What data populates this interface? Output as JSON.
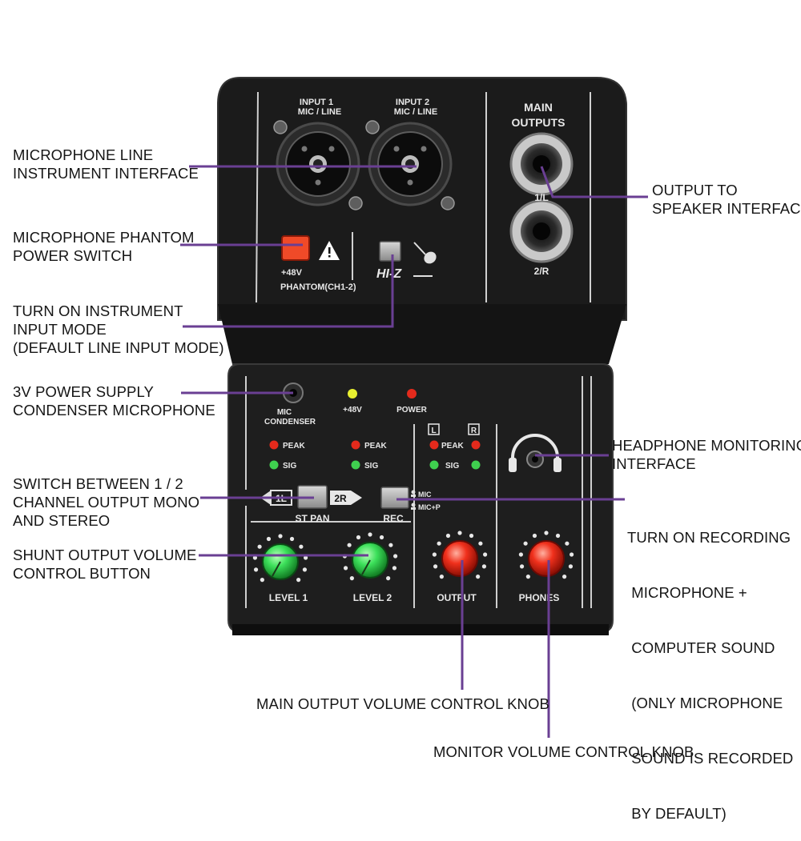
{
  "device": {
    "input1": [
      "INPUT 1",
      "MIC / LINE"
    ],
    "input2": [
      "INPUT 2",
      "MIC / LINE"
    ],
    "main_outputs": [
      "MAIN",
      "OUTPUTS"
    ],
    "out_l": "1/L",
    "out_r": "2/R",
    "phantom_v": "+48V",
    "phantom_label": "PHANTOM(CH1-2)",
    "hiz": "HI-Z",
    "mic_condenser": [
      "MIC",
      "CONDENSER"
    ],
    "led_48v": "+48V",
    "led_power": "POWER",
    "peak": "PEAK",
    "sig": "SIG",
    "ch_l": "L",
    "ch_r": "R",
    "st_l": "1L",
    "st_r": "2R",
    "st_pan": "ST PAN",
    "rec": "REC",
    "rec_mic": "MIC",
    "rec_micp": "MIC+P",
    "level1": "LEVEL 1",
    "level2": "LEVEL 2",
    "output": "OUTPUT",
    "phones": "PHONES"
  },
  "callouts": {
    "mic_line": [
      "MICROPHONE LINE",
      "INSTRUMENT INTERFACE"
    ],
    "phantom": [
      "MICROPHONE PHANTOM",
      "POWER SWITCH"
    ],
    "instrument": [
      "TURN ON INSTRUMENT",
      "INPUT MODE",
      "(DEFAULT LINE INPUT MODE)"
    ],
    "power3v": [
      "3V POWER SUPPLY",
      "CONDENSER MICROPHONE"
    ],
    "switch": [
      "SWITCH BETWEEN 1 / 2",
      "CHANNEL OUTPUT MONO",
      "AND STEREO"
    ],
    "shunt": [
      "SHUNT OUTPUT VOLUME",
      "CONTROL BUTTON"
    ],
    "output_speaker": [
      "OUTPUT TO",
      "SPEAKER INTERFACE"
    ],
    "headphone": [
      "HEADPHONE MONITORING",
      "INTERFACE"
    ],
    "recording": [
      "TURN ON RECORDING",
      " MICROPHONE +",
      " COMPUTER SOUND",
      " (ONLY MICROPHONE",
      " SOUND IS RECORDED",
      " BY DEFAULT)"
    ],
    "main_knob": [
      "MAIN OUTPUT VOLUME CONTROL KNOB"
    ],
    "monitor_knob": [
      "MONITOR VOLUME CONTROL KNOB"
    ]
  },
  "colors": {
    "leader": "#6a3f93",
    "body": "#161616",
    "green_knob": "#3ce05a",
    "red_knob": "#f0301c",
    "phantom_button": "#f04a28"
  }
}
